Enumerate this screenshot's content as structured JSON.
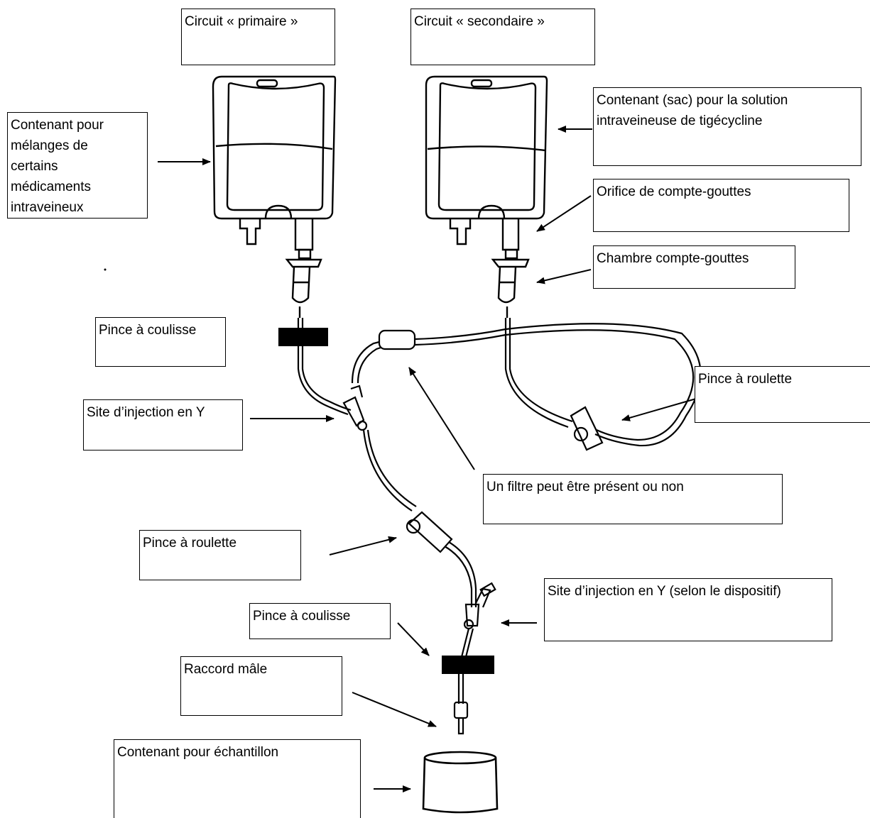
{
  "labels": {
    "primary_circuit": "Circuit « primaire »",
    "secondary_circuit": "Circuit « secondaire »",
    "container_admix": "Contenant pour\nmélanges de\ncertains\nmédicaments\nintraveineux",
    "container_tigecycline": "Contenant (sac) pour la solution\nintraveineuse de tigécycline",
    "drip_orifice": "Orifice de compte-gouttes",
    "drip_chamber": "Chambre compte-gouttes",
    "slide_clamp_top": "Pince à coulisse",
    "y_site_top": "Site d’injection en Y",
    "roller_clamp_right": "Pince à roulette",
    "filter_note": "Un filtre peut être présent ou non",
    "roller_clamp_left": "Pince à roulette",
    "y_site_bottom": "Site d’injection en Y (selon le dispositif)",
    "slide_clamp_bottom": "Pince à coulisse",
    "male_connector": "Raccord mâle",
    "sample_container": "Contenant pour échantillon"
  },
  "colors": {
    "line": "#000000",
    "background": "#ffffff"
  }
}
